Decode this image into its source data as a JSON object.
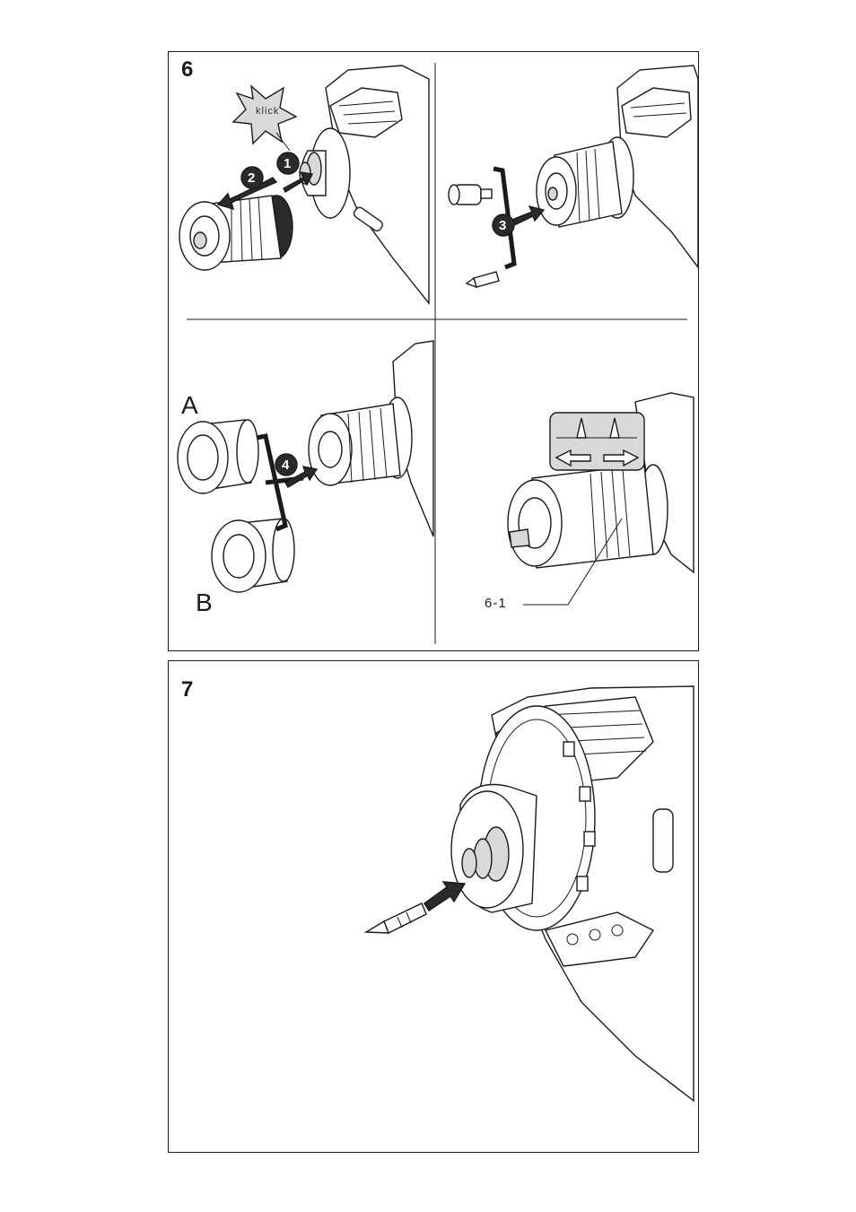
{
  "figure6": {
    "number": "6",
    "steps": [
      "1",
      "2",
      "3",
      "4"
    ],
    "burst_text": "klick",
    "variant_a": "A",
    "variant_b": "B",
    "callout": "6-1"
  },
  "figure7": {
    "number": "7"
  },
  "colors": {
    "line": "#1a1a1a",
    "fill_light": "#d9d9d9",
    "fill_dark": "#2a2a2a"
  }
}
